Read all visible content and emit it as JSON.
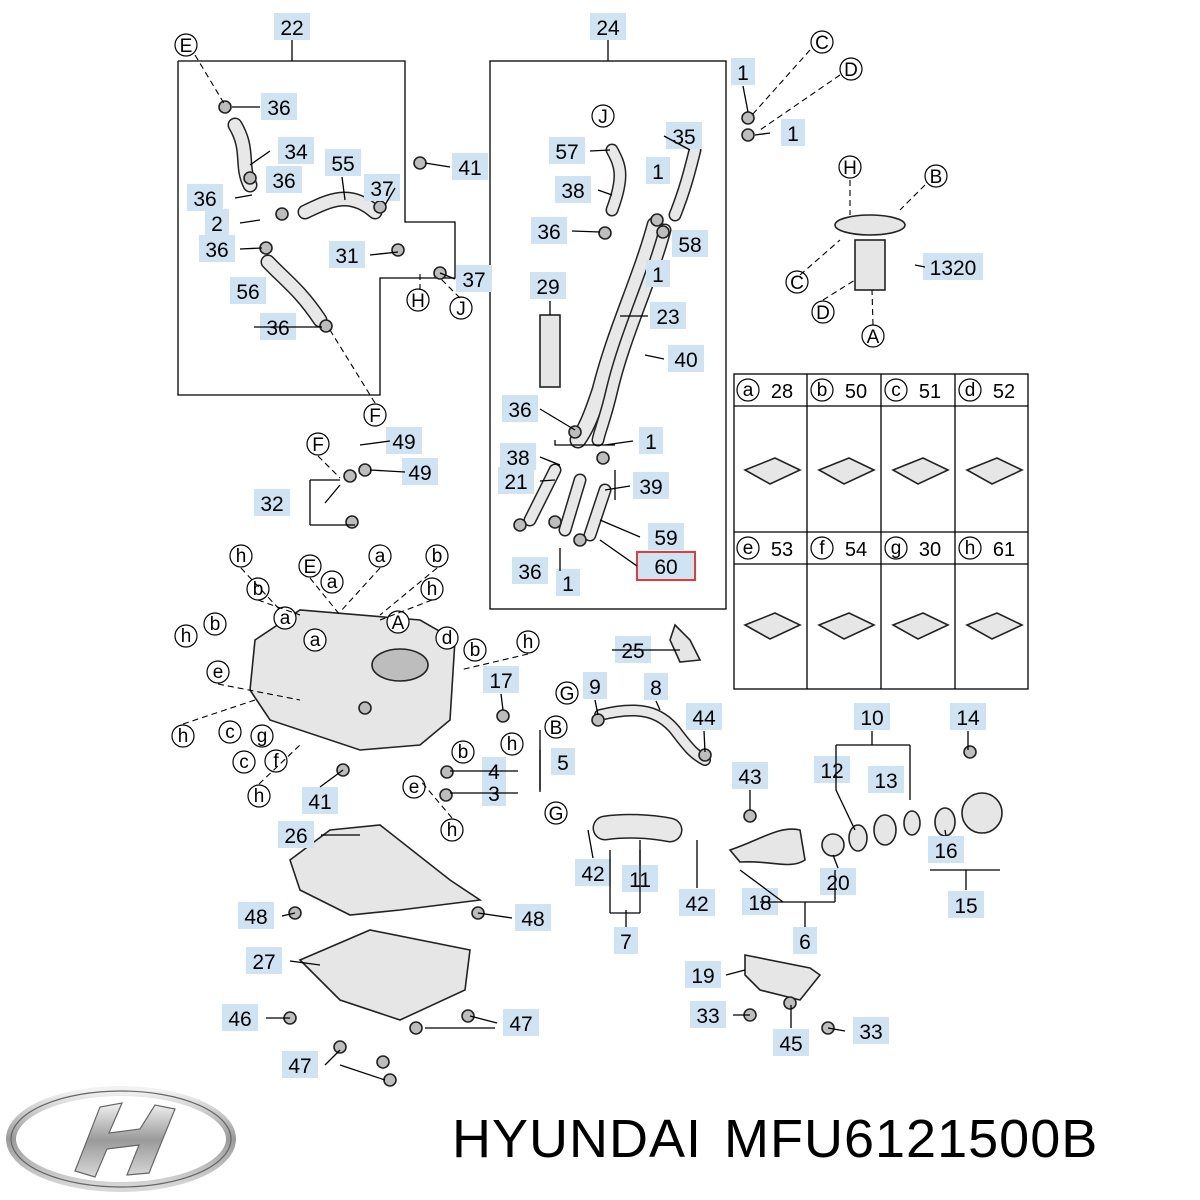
{
  "brand": {
    "name": "HYUNDAI",
    "part_number": "MFU6121500B"
  },
  "highlight_label": "60",
  "part_labels": [
    "1",
    "2",
    "3",
    "4",
    "5",
    "6",
    "7",
    "8",
    "9",
    "10",
    "11",
    "12",
    "13",
    "14",
    "15",
    "16",
    "17",
    "18",
    "19",
    "20",
    "21",
    "22",
    "23",
    "24",
    "25",
    "26",
    "27",
    "28",
    "29",
    "30",
    "31",
    "32",
    "33",
    "34",
    "35",
    "36",
    "37",
    "38",
    "39",
    "40",
    "41",
    "42",
    "43",
    "44",
    "45",
    "46",
    "47",
    "48",
    "49",
    "50",
    "51",
    "52",
    "53",
    "54",
    "55",
    "56",
    "57",
    "58",
    "59",
    "60",
    "61",
    "1320"
  ],
  "callout_letters": [
    "A",
    "B",
    "C",
    "D",
    "E",
    "F",
    "G",
    "H",
    "J"
  ],
  "legend_table": [
    {
      "letter": "a",
      "part": "28"
    },
    {
      "letter": "b",
      "part": "50"
    },
    {
      "letter": "c",
      "part": "51"
    },
    {
      "letter": "d",
      "part": "52"
    },
    {
      "letter": "e",
      "part": "53"
    },
    {
      "letter": "f",
      "part": "54"
    },
    {
      "letter": "g",
      "part": "30"
    },
    {
      "letter": "h",
      "part": "61"
    }
  ],
  "colors": {
    "label_bg": "#cfe3f3",
    "highlight": "#e23b3b",
    "ink": "#000000"
  },
  "icons": [
    "hyundai-logo"
  ]
}
